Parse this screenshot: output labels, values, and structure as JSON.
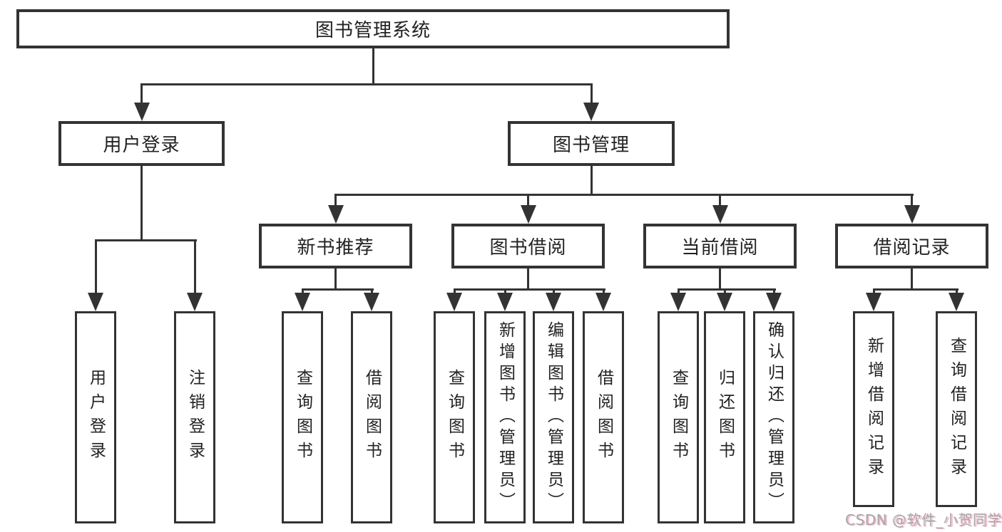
{
  "diagram_title": "图书管理系统",
  "colors": {
    "line": "#333333",
    "text": "#222222",
    "background": "#ffffff",
    "watermark_gray": "#a8a8a8",
    "watermark_pink": "#f0b6c9"
  },
  "nodes": {
    "root": "图书管理系统",
    "userLogin": "用户登录",
    "bookManagement": "图书管理",
    "newBookRecommend": "新书推荐",
    "bookBorrow": "图书借阅",
    "currentBorrow": "当前借阅",
    "borrowRecord": "借阅记录",
    "leafUserLogin": "用户登录",
    "leafLogout": "注销登录",
    "leafNbQuery": "查询图书",
    "leafNbBorrow": "借阅图书",
    "leafBbQuery": "查询图书",
    "leafBbAdd": "新增图书（管理员）",
    "leafBbEdit": "编辑图书（管理员）",
    "leafBbBorrow": "借阅图书",
    "leafCbQuery": "查询图书",
    "leafCbReturn": "归还图书",
    "leafCbConfirm": "确认归还（管理员）",
    "leafBrAdd": "新增借阅记录",
    "leafBrQuery": "查询借阅记录"
  },
  "watermark": "CSDN @软件_小贺同学"
}
